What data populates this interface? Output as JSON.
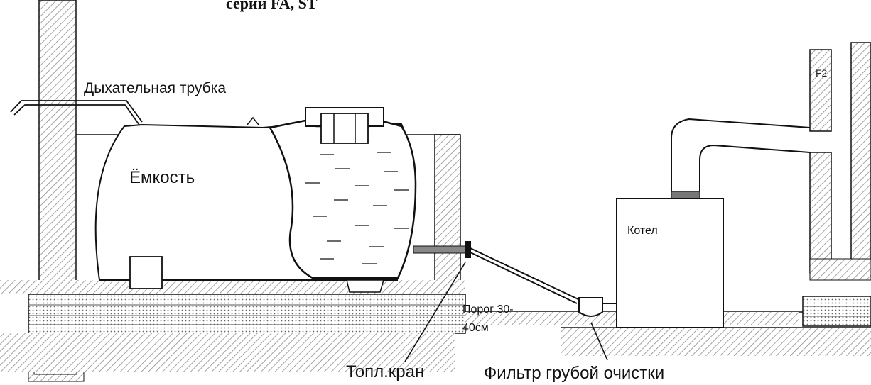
{
  "title": "серии FA, ST",
  "labels": {
    "breather_pipe": "Дыхательная трубка",
    "tank": "Ёмкость",
    "boiler": "Котел",
    "threshold_line1": "Порог 30-",
    "threshold_line2": "40см",
    "fuel_valve": "Топл.кран",
    "coarse_filter": "Фильтр грубой очистки"
  },
  "colors": {
    "line": "#111111",
    "hatch": "#8c8c8c",
    "liquid": "#555555"
  }
}
